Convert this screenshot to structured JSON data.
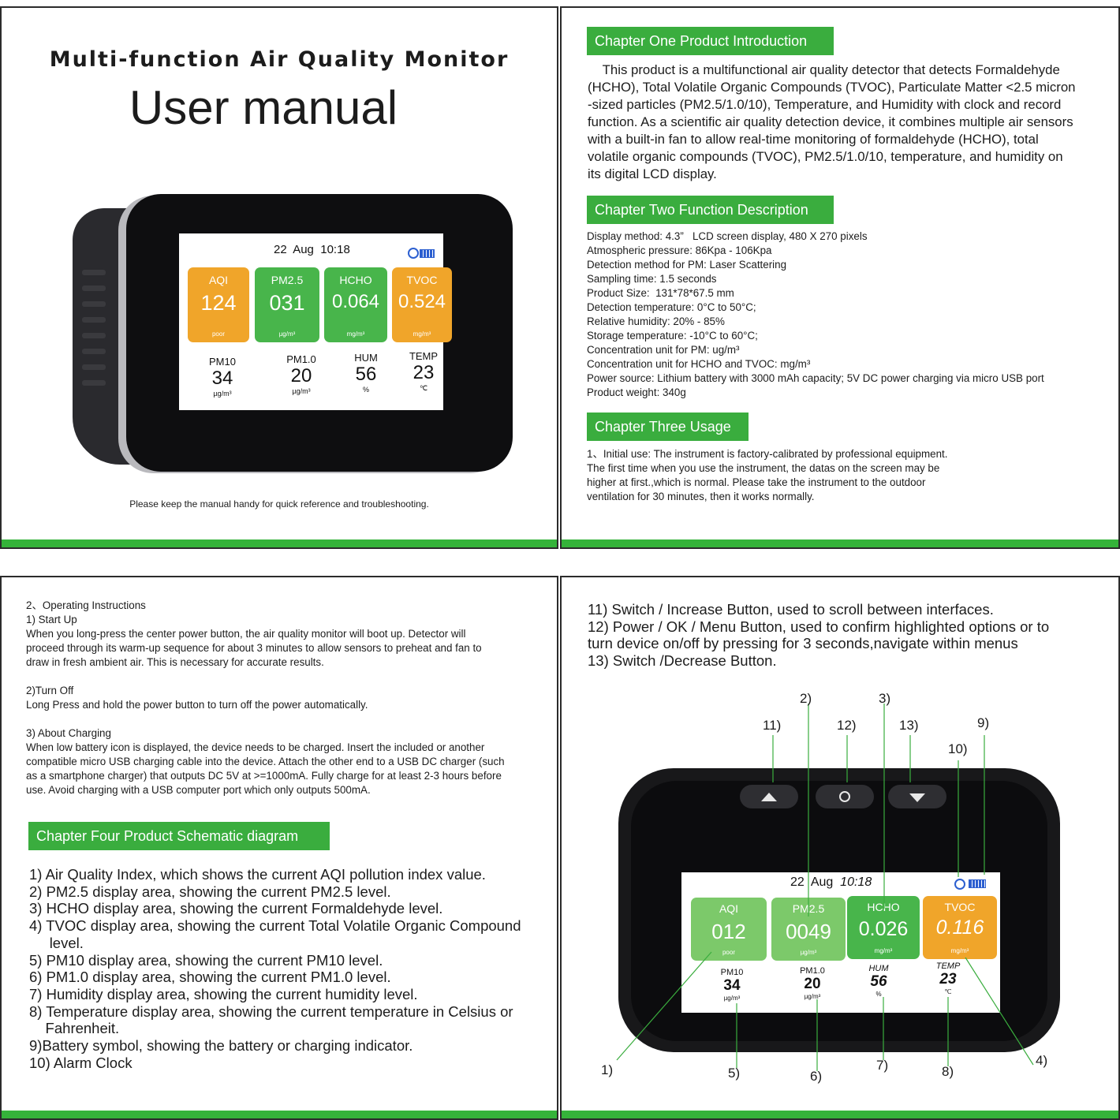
{
  "cover": {
    "title": "Multi-function Air Quality Monitor",
    "subtitle": "User manual",
    "footnote": "Please keep the manual handy for quick reference and troubleshooting."
  },
  "device_top": {
    "date": "22",
    "month": "Aug",
    "time": "10:18",
    "tiles": [
      {
        "label": "AQI",
        "value": "124",
        "unit": "poor"
      },
      {
        "label": "PM2.5",
        "value": "031",
        "unit": "µg/m³"
      },
      {
        "label": "HCHO",
        "value": "0.064",
        "unit": "mg/m³"
      },
      {
        "label": "TVOC",
        "value": "0.524",
        "unit": "mg/m³"
      }
    ],
    "lower": [
      {
        "label": "PM10",
        "value": "34",
        "unit": "µg/m³"
      },
      {
        "label": "PM1.0",
        "value": "20",
        "unit": "µg/m³"
      },
      {
        "label": "HUM",
        "value": "56",
        "unit": "%"
      },
      {
        "label": "TEMP",
        "value": "23",
        "unit": "℃"
      }
    ]
  },
  "chapter1": {
    "heading": "Chapter One Product Introduction",
    "lines": [
      "    This product is a multifunctional air quality detector that detects Formaldehyde",
      "(HCHO), Total Volatile Organic Compounds (TVOC), Particulate Matter <2.5 micron",
      "-sized particles (PM2.5/1.0/10), Temperature, and Humidity with clock and record",
      "function. As a scientific air quality detection device, it combines multiple air sensors",
      "with a built-in fan to allow real-time monitoring of formaldehyde (HCHO), total",
      "volatile organic compounds (TVOC), PM2.5/1.0/10, temperature, and humidity on",
      "its digital LCD display."
    ]
  },
  "chapter2": {
    "heading": "Chapter Two Function Description",
    "specs": [
      "Display method: 4.3”   LCD screen display, 480 X 270 pixels",
      "Atmospheric pressure: 86Kpa - 106Kpa",
      "Detection method for PM: Laser Scattering",
      "Sampling time: 1.5 seconds",
      "Product Size:  131*78*67.5 mm",
      "Detection temperature: 0°C to 50°C;",
      "Relative humidity: 20% - 85%",
      "Storage temperature: -10°C to 60°C;",
      "Concentration unit for PM: ug/m³",
      "Concentration unit for HCHO and TVOC: mg/m³",
      "Power source: Lithium battery with 3000 mAh capacity; 5V DC power charging via micro USB port",
      "Product weight: 340g"
    ]
  },
  "chapter3": {
    "heading": "Chapter Three Usage",
    "lines": [
      "1、Initial use: The instrument is factory-calibrated by professional equipment.",
      "The first time when you use the instrument, the datas on the screen may be",
      "higher at first.,which is normal. Please take the instrument to the outdoor",
      "ventilation for 30 minutes, then it works normally."
    ]
  },
  "operating": {
    "lines": [
      "2、Operating Instructions",
      "1) Start Up",
      "When you long-press the center power button, the air quality monitor will boot up. Detector will",
      "proceed through its warm-up sequence for about 3 minutes to allow sensors to preheat and fan to",
      "draw in fresh ambient air. This is necessary for accurate results.",
      "",
      "2)Turn Off",
      "Long Press and hold the power button to turn off the power automatically.",
      "",
      "3) About Charging",
      "When low battery icon is displayed, the device needs to be charged. Insert the included or another",
      "compatible micro USB charging cable into the device. Attach the other end to a USB DC charger (such",
      "as a smartphone charger) that outputs DC 5V at >=1000mA. Fully charge for at least 2-3 hours before",
      "use. Avoid charging with a USB computer port which only outputs 500mA."
    ]
  },
  "chapter4": {
    "heading": "Chapter Four Product Schematic diagram",
    "lines": [
      "1) Air Quality Index, which shows the current AQI pollution index value.",
      "2) PM2.5 display area, showing the current PM2.5 level.",
      "3) HCHO display area, showing the current Formaldehyde level.",
      "4) TVOC display area, showing the current Total Volatile Organic Compound",
      "     level.",
      "5) PM10 display area, showing the current PM10 level.",
      "6) PM1.0 display area, showing the current PM1.0 level.",
      "7) Humidity display area, showing the current humidity level.",
      "8) Temperature display area, showing the current temperature in Celsius or",
      "    Fahrenheit.",
      "9)Battery symbol, showing the battery or charging indicator.",
      "10) Alarm Clock"
    ]
  },
  "buttons_text": {
    "lines": [
      "11) Switch / Increase Button, used to scroll between interfaces.",
      "12) Power / OK / Menu Button, used to confirm highlighted options or to",
      "turn device on/off by pressing for 3 seconds,navigate within menus",
      "13) Switch /Decrease Button."
    ]
  },
  "device_bottom": {
    "date": "22",
    "month": "Aug",
    "time": "10:18",
    "tiles": [
      {
        "label": "AQI",
        "value": "012",
        "unit": "poor"
      },
      {
        "label": "PM2.5",
        "value": "0049",
        "unit": "µg/m³"
      },
      {
        "label": "HCHO",
        "value": "0.026",
        "unit": "mg/m³"
      },
      {
        "label": "TVOC",
        "value": "0.116",
        "unit": "mg/m³"
      }
    ],
    "lower": [
      {
        "label": "PM10",
        "value": "34",
        "unit": "µg/m³"
      },
      {
        "label": "PM1.0",
        "value": "20",
        "unit": "µg/m³"
      },
      {
        "label": "HUM",
        "value": "56",
        "unit": "%"
      },
      {
        "label": "TEMP",
        "value": "23",
        "unit": "℃"
      }
    ],
    "callouts": [
      "1)",
      "2)",
      "3)",
      "4)",
      "5)",
      "6)",
      "7)",
      "8)",
      "9)",
      "10)",
      "11)",
      "12)",
      "13)"
    ]
  },
  "colors": {
    "green": "#3aad3e",
    "orange": "#f0a52a",
    "tile_green": "#48b54b",
    "device": "#1f1f22"
  }
}
